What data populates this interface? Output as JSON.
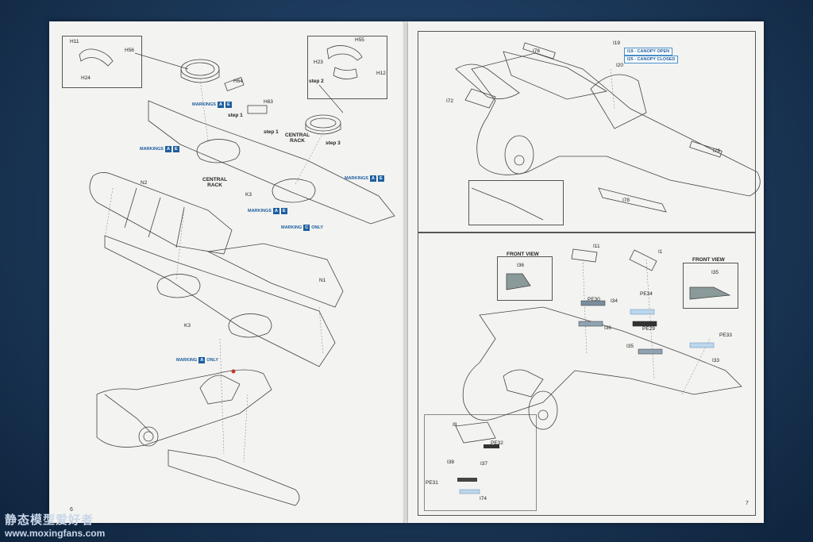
{
  "left_page": {
    "page_number": "6",
    "labels": {
      "h11": "H11",
      "h56": "H56",
      "h24": "H24",
      "h55": "H55",
      "h23": "H23",
      "h12": "H12",
      "h64": "H64",
      "h63": "H63",
      "step1a": "step 1",
      "step1b": "step 1",
      "step2": "step 2",
      "step3": "step 3",
      "central_rack_1": "CENTRAL\nRACK",
      "central_rack_2": "CENTRAL\nRACK",
      "k3a": "K3",
      "k3b": "K3",
      "n1": "N1",
      "n2": "N2"
    },
    "markings": {
      "m1": {
        "text": "MARKINGS",
        "boxes": [
          "A",
          "E"
        ]
      },
      "m2": {
        "text": "MARKINGS",
        "boxes": [
          "A",
          "E"
        ]
      },
      "m3": {
        "text": "MARKINGS",
        "boxes": [
          "A",
          "E"
        ]
      },
      "m4": {
        "text": "MARKINGS",
        "boxes": [
          "A",
          "E"
        ]
      },
      "m5": {
        "text": "MARKING",
        "boxes": [
          "C"
        ],
        "suffix": "ONLY"
      },
      "m6": {
        "text": "MARKING",
        "boxes": [
          "A"
        ],
        "suffix": "ONLY"
      }
    }
  },
  "right_page": {
    "page_number": "7",
    "labels": {
      "i76": "I76",
      "i72": "I72",
      "i79": "I79",
      "i78": "I78",
      "i19": "I19",
      "i20": "I20",
      "i11": "I11",
      "i1": "I1",
      "i36": "I36",
      "i35": "I35",
      "pe30": "PE30",
      "i34": "I34",
      "pe34": "PE34",
      "i36b": "I36",
      "pe29": "PE29",
      "i35b": "I35",
      "pe33": "PE33",
      "i33": "I33",
      "i9": "I9",
      "pe32": "PE32",
      "i38": "I38",
      "i37": "I37",
      "pe31": "PE31",
      "i74": "I74",
      "front_view_1": "FRONT VIEW",
      "front_view_2": "FRONT VIEW"
    },
    "canopy": {
      "open": "I19 - CANOPY OPEN",
      "closed": "I25 - CANOPY CLOSED"
    }
  },
  "watermark": {
    "cn": "静态模型爱好者",
    "url": "www.moxingfans.com"
  }
}
